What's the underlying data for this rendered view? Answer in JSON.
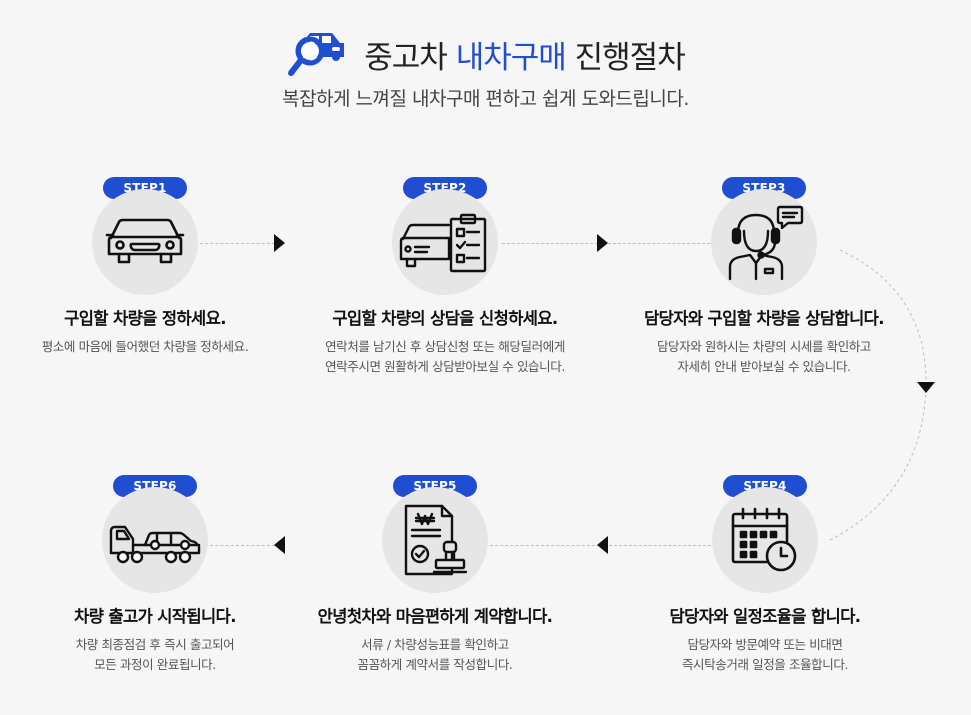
{
  "header": {
    "title_prefix": "중고차 ",
    "title_accent": "내차구매",
    "title_suffix": " 진행절차",
    "subtitle": "복잡하게 느껴질 내차구매 편하고 쉽게 도와드립니다."
  },
  "colors": {
    "accent": "#1f4fd0",
    "circle": "#e6e6e6",
    "background": "#f6f6f6"
  },
  "steps": [
    {
      "badge": "STEP1",
      "icon": "car-icon",
      "title": "구입할 차량을 정하세요.",
      "desc": [
        "평소에 마음에 들어했던 차량을 정하세요."
      ]
    },
    {
      "badge": "STEP2",
      "icon": "car-checklist-icon",
      "title": "구입할 차량의 상담을 신청하세요.",
      "desc": [
        "연락처를 남기신 후 상담신청 또는 해당딜러에게",
        "연락주시면 원활하게 상담받아보실 수 있습니다."
      ]
    },
    {
      "badge": "STEP3",
      "icon": "headset-agent-icon",
      "title": "담당자와 구입할 차량을 상담합니다.",
      "desc": [
        "담당자와 원하시는 차량의 시세를 확인하고",
        "자세히 안내 받아보실 수 있습니다."
      ]
    },
    {
      "badge": "STEP4",
      "icon": "calendar-clock-icon",
      "title": "담당자와 일정조율을 합니다.",
      "desc": [
        "담당자와 방문예약 또는 비대면",
        "즉시탁송거래 일정을 조율합니다."
      ]
    },
    {
      "badge": "STEP5",
      "icon": "contract-stamp-icon",
      "title": "안녕첫차와 마음편하게 계약합니다.",
      "desc": [
        "서류 / 차량성능표를 확인하고",
        "꼼꼼하게 계약서를 작성합니다."
      ]
    },
    {
      "badge": "STEP6",
      "icon": "tow-truck-icon",
      "title": "차량 출고가 시작됩니다.",
      "desc": [
        "차량 최종점검 후 즉시 출고되어",
        "모든 과정이 완료됩니다."
      ]
    }
  ]
}
